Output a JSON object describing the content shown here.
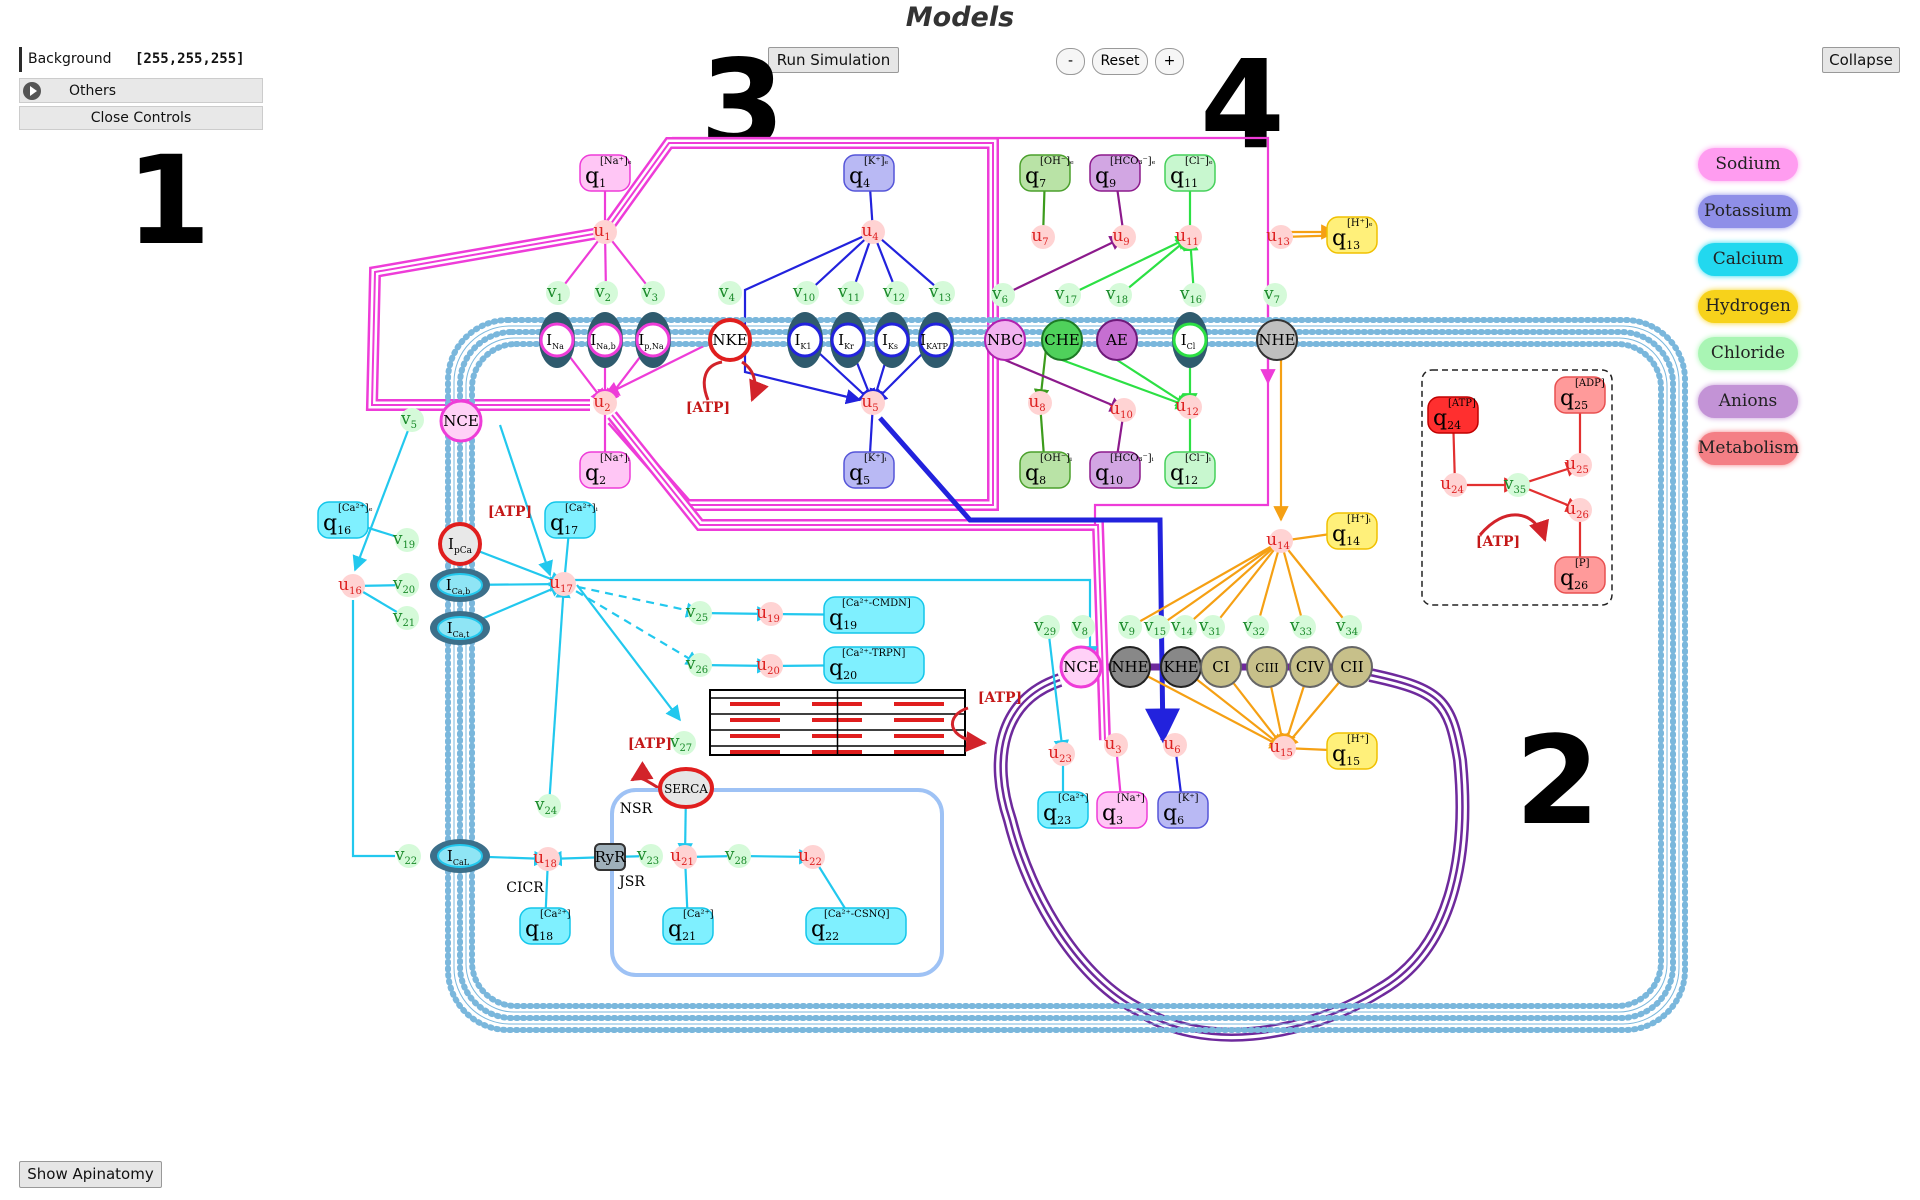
{
  "title": "Models",
  "controls": {
    "background_label": "Background",
    "background_value": "[255,255,255]",
    "others_label": "Others",
    "close_label": "Close Controls"
  },
  "toolbar": {
    "run_label": "Run Simulation",
    "zoom_out_label": "-",
    "reset_label": "Reset",
    "zoom_in_label": "+",
    "collapse_label": "Collapse",
    "show_apinatomy_label": "Show Apinatomy"
  },
  "region_labels": [
    "1",
    "2",
    "3",
    "4"
  ],
  "legend": [
    {
      "label": "Sodium",
      "color": "#ff9cf0"
    },
    {
      "label": "Potassium",
      "color": "#8f8fe8"
    },
    {
      "label": "Calcium",
      "color": "#22d8ef"
    },
    {
      "label": "Hydrogen",
      "color": "#f7d21b"
    },
    {
      "label": "Chloride",
      "color": "#a9f5b4"
    },
    {
      "label": "Anions",
      "color": "#c393d6"
    },
    {
      "label": "Metabolism",
      "color": "#f47f85"
    }
  ],
  "colors": {
    "sodium": "#ee3cd8",
    "potassium": "#2222dd",
    "calcium": "#22c8ee",
    "hydrogen": "#f5a014",
    "chloride": "#2ce044",
    "anions": "#8c1a8c",
    "hydroxide": "#3c9c1c",
    "metabolism": "#e23030",
    "mito": "#6e2a9c",
    "membrane": "#7ab7dc"
  },
  "diagram": {
    "atp": "[ATP]",
    "species": [
      {
        "id": "q1",
        "var": "q",
        "sub": "1",
        "sup": "[Na⁺]ₑ",
        "cls": "na"
      },
      {
        "id": "q2",
        "var": "q",
        "sub": "2",
        "sup": "[Na⁺]ᵢ",
        "cls": "na"
      },
      {
        "id": "q3",
        "var": "q",
        "sub": "3",
        "sup": "[Na⁺]",
        "cls": "na"
      },
      {
        "id": "q4",
        "var": "q",
        "sub": "4",
        "sup": "[K⁺]ₑ",
        "cls": "k"
      },
      {
        "id": "q5",
        "var": "q",
        "sub": "5",
        "sup": "[K⁺]ᵢ",
        "cls": "k"
      },
      {
        "id": "q6",
        "var": "q",
        "sub": "6",
        "sup": "[K⁺]",
        "cls": "k"
      },
      {
        "id": "q7",
        "var": "q",
        "sub": "7",
        "sup": "[OH⁻]ₑ",
        "cls": "oh"
      },
      {
        "id": "q8",
        "var": "q",
        "sub": "8",
        "sup": "[OH⁻]ᵢ",
        "cls": "oh"
      },
      {
        "id": "q9",
        "var": "q",
        "sub": "9",
        "sup": "[HCO₃⁻]ₑ",
        "cls": "an"
      },
      {
        "id": "q10",
        "var": "q",
        "sub": "10",
        "sup": "[HCO₃⁻]ᵢ",
        "cls": "an"
      },
      {
        "id": "q11",
        "var": "q",
        "sub": "11",
        "sup": "[Cl⁻]ₑ",
        "cls": "cl"
      },
      {
        "id": "q12",
        "var": "q",
        "sub": "12",
        "sup": "[Cl⁻]ᵢ",
        "cls": "cl"
      },
      {
        "id": "q13",
        "var": "q",
        "sub": "13",
        "sup": "[H⁺]ₑ",
        "cls": "h"
      },
      {
        "id": "q14",
        "var": "q",
        "sub": "14",
        "sup": "[H⁺]ᵢ",
        "cls": "h"
      },
      {
        "id": "q15",
        "var": "q",
        "sub": "15",
        "sup": "[H⁺]",
        "cls": "h"
      },
      {
        "id": "q16",
        "var": "q",
        "sub": "16",
        "sup": "[Ca²⁺]ₑ",
        "cls": "ca"
      },
      {
        "id": "q17",
        "var": "q",
        "sub": "17",
        "sup": "[Ca²⁺]ᵢ",
        "cls": "ca"
      },
      {
        "id": "q18",
        "var": "q",
        "sub": "18",
        "sup": "[Ca²⁺]",
        "cls": "ca"
      },
      {
        "id": "q19",
        "var": "q",
        "sub": "19",
        "sup": "[Ca²⁺-CMDN]",
        "cls": "ca"
      },
      {
        "id": "q20",
        "var": "q",
        "sub": "20",
        "sup": "[Ca²⁺-TRPN]",
        "cls": "ca"
      },
      {
        "id": "q21",
        "var": "q",
        "sub": "21",
        "sup": "[Ca²⁺]",
        "cls": "ca"
      },
      {
        "id": "q22",
        "var": "q",
        "sub": "22",
        "sup": "[Ca²⁺-CSNQ]",
        "cls": "ca"
      },
      {
        "id": "q23",
        "var": "q",
        "sub": "23",
        "sup": "[Ca²⁺]",
        "cls": "ca"
      },
      {
        "id": "q24",
        "var": "q",
        "sub": "24",
        "sup": "[ATP]",
        "cls": "atp"
      },
      {
        "id": "q25",
        "var": "q",
        "sub": "25",
        "sup": "[ADP]",
        "cls": "met"
      },
      {
        "id": "q26",
        "var": "q",
        "sub": "26",
        "sup": "[P]",
        "cls": "met"
      }
    ],
    "potentials": [
      {
        "id": "u1",
        "var": "u",
        "sub": "1"
      },
      {
        "id": "u2",
        "var": "u",
        "sub": "2"
      },
      {
        "id": "u3",
        "var": "u",
        "sub": "3"
      },
      {
        "id": "u4",
        "var": "u",
        "sub": "4"
      },
      {
        "id": "u5",
        "var": "u",
        "sub": "5"
      },
      {
        "id": "u6",
        "var": "u",
        "sub": "6"
      },
      {
        "id": "u7",
        "var": "u",
        "sub": "7"
      },
      {
        "id": "u8",
        "var": "u",
        "sub": "8"
      },
      {
        "id": "u9",
        "var": "u",
        "sub": "9"
      },
      {
        "id": "u10",
        "var": "u",
        "sub": "10"
      },
      {
        "id": "u11",
        "var": "u",
        "sub": "11"
      },
      {
        "id": "u12",
        "var": "u",
        "sub": "12"
      },
      {
        "id": "u13",
        "var": "u",
        "sub": "13"
      },
      {
        "id": "u14",
        "var": "u",
        "sub": "14"
      },
      {
        "id": "u15",
        "var": "u",
        "sub": "15"
      },
      {
        "id": "u16",
        "var": "u",
        "sub": "16"
      },
      {
        "id": "u17",
        "var": "u",
        "sub": "17"
      },
      {
        "id": "u18",
        "var": "u",
        "sub": "18"
      },
      {
        "id": "u19",
        "var": "u",
        "sub": "19"
      },
      {
        "id": "u20",
        "var": "u",
        "sub": "20"
      },
      {
        "id": "u21",
        "var": "u",
        "sub": "21"
      },
      {
        "id": "u22",
        "var": "u",
        "sub": "22"
      },
      {
        "id": "u23",
        "var": "u",
        "sub": "23"
      },
      {
        "id": "u24",
        "var": "u",
        "sub": "24"
      },
      {
        "id": "u25",
        "var": "u",
        "sub": "25"
      },
      {
        "id": "u26",
        "var": "u",
        "sub": "26"
      }
    ],
    "flows": [
      {
        "id": "v1",
        "var": "v",
        "sub": "1"
      },
      {
        "id": "v2",
        "var": "v",
        "sub": "2"
      },
      {
        "id": "v3",
        "var": "v",
        "sub": "3"
      },
      {
        "id": "v4",
        "var": "v",
        "sub": "4"
      },
      {
        "id": "v5",
        "var": "v",
        "sub": "5"
      },
      {
        "id": "v6",
        "var": "v",
        "sub": "6"
      },
      {
        "id": "v7",
        "var": "v",
        "sub": "7"
      },
      {
        "id": "v8",
        "var": "v",
        "sub": "8"
      },
      {
        "id": "v9",
        "var": "v",
        "sub": "9"
      },
      {
        "id": "v10",
        "var": "v",
        "sub": "10"
      },
      {
        "id": "v11",
        "var": "v",
        "sub": "11"
      },
      {
        "id": "v12",
        "var": "v",
        "sub": "12"
      },
      {
        "id": "v13",
        "var": "v",
        "sub": "13"
      },
      {
        "id": "v14",
        "var": "v",
        "sub": "14"
      },
      {
        "id": "v15",
        "var": "v",
        "sub": "15"
      },
      {
        "id": "v16",
        "var": "v",
        "sub": "16"
      },
      {
        "id": "v17",
        "var": "v",
        "sub": "17"
      },
      {
        "id": "v18",
        "var": "v",
        "sub": "18"
      },
      {
        "id": "v19",
        "var": "v",
        "sub": "19"
      },
      {
        "id": "v20",
        "var": "v",
        "sub": "20"
      },
      {
        "id": "v21",
        "var": "v",
        "sub": "21"
      },
      {
        "id": "v22",
        "var": "v",
        "sub": "22"
      },
      {
        "id": "v23",
        "var": "v",
        "sub": "23"
      },
      {
        "id": "v24",
        "var": "v",
        "sub": "24"
      },
      {
        "id": "v25",
        "var": "v",
        "sub": "25"
      },
      {
        "id": "v26",
        "var": "v",
        "sub": "26"
      },
      {
        "id": "v27",
        "var": "v",
        "sub": "27"
      },
      {
        "id": "v28",
        "var": "v",
        "sub": "28"
      },
      {
        "id": "v29",
        "var": "v",
        "sub": "29"
      },
      {
        "id": "v31",
        "var": "v",
        "sub": "31"
      },
      {
        "id": "v32",
        "var": "v",
        "sub": "32"
      },
      {
        "id": "v33",
        "var": "v",
        "sub": "33"
      },
      {
        "id": "v34",
        "var": "v",
        "sub": "34"
      },
      {
        "id": "v35",
        "var": "v",
        "sub": "35"
      }
    ],
    "channels": [
      {
        "id": "INa",
        "var": "I",
        "sub": "Na",
        "color": "#ee3cd8"
      },
      {
        "id": "INab",
        "var": "I",
        "sub": "Na,b",
        "color": "#ee3cd8"
      },
      {
        "id": "IpNa",
        "var": "I",
        "sub": "p,Na",
        "color": "#ee3cd8"
      },
      {
        "id": "IK1",
        "var": "I",
        "sub": "K1",
        "color": "#2222dd"
      },
      {
        "id": "IKr",
        "var": "I",
        "sub": "Kr",
        "color": "#2222dd"
      },
      {
        "id": "IKs",
        "var": "I",
        "sub": "Ks",
        "color": "#2222dd"
      },
      {
        "id": "IKATP",
        "var": "I",
        "sub": "KATP",
        "color": "#2222dd"
      },
      {
        "id": "ICl",
        "var": "I",
        "sub": "Cl",
        "color": "#2ce044"
      },
      {
        "id": "ICab",
        "var": "I",
        "sub": "Ca,b",
        "color": "#22c8ee"
      },
      {
        "id": "ICat",
        "var": "I",
        "sub": "Ca,t",
        "color": "#22c8ee"
      },
      {
        "id": "ICaL",
        "var": "I",
        "sub": "CaL",
        "color": "#22c8ee"
      }
    ],
    "transporters": [
      {
        "id": "NKE",
        "label": "NKE"
      },
      {
        "id": "NBC",
        "label": "NBC"
      },
      {
        "id": "CHE",
        "label": "CHE"
      },
      {
        "id": "AE",
        "label": "AE"
      },
      {
        "id": "NHE_pm",
        "label": "NHE"
      },
      {
        "id": "NCE_pm",
        "label": "NCE"
      },
      {
        "id": "IpCa",
        "label": "I",
        "sub": "pCa"
      },
      {
        "id": "SERCA",
        "label": "SERCA"
      },
      {
        "id": "RyR",
        "label": "RyR"
      },
      {
        "id": "NCE_m",
        "label": "NCE"
      },
      {
        "id": "NHE_m",
        "label": "NHE"
      },
      {
        "id": "KHE",
        "label": "KHE"
      },
      {
        "id": "CI",
        "label": "CI"
      },
      {
        "id": "CIII",
        "label": "CIII"
      },
      {
        "id": "CIV",
        "label": "CIV"
      },
      {
        "id": "CII",
        "label": "CII"
      }
    ],
    "text_labels": [
      "NSR",
      "JSR",
      "CICR"
    ]
  }
}
